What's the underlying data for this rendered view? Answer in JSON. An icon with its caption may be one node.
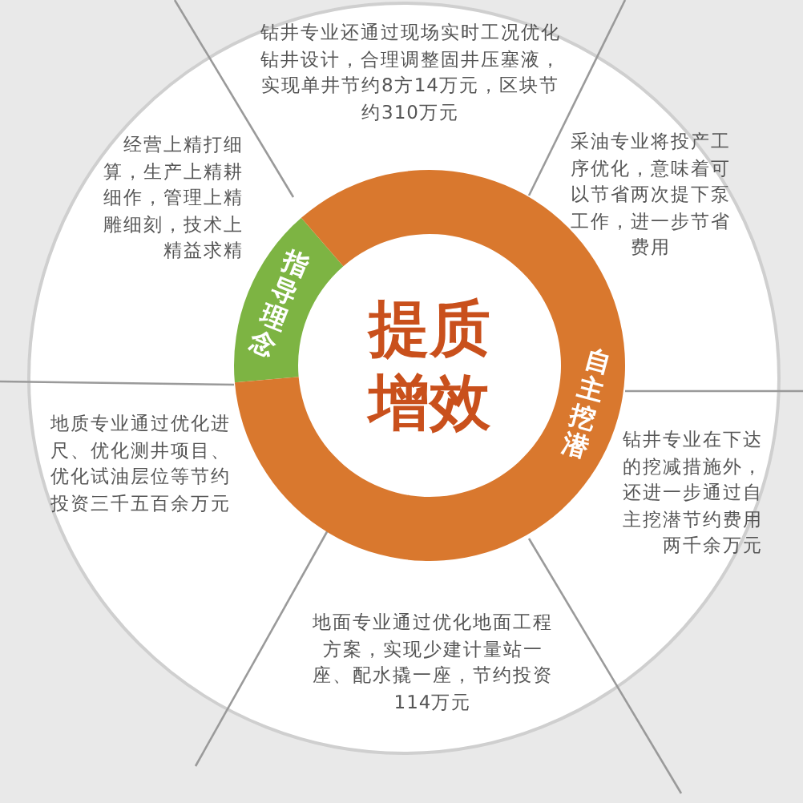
{
  "diagram": {
    "nodes": [
      {
        "text": [
          "提质增效"
        ]
      },
      {
        "text": [
          "指导理念"
        ]
      },
      {
        "text": [
          "自主挖潜"
        ]
      }
    ],
    "labels": [
      "钻井专业还通过现场实时工况优化钻井设计，合理调整固井压塞液，实现单井节约8方14万元，区块节约310万元",
      "经营上精打细算，生产上精耕细作，管理上精雕细刻，技术上精益求精",
      "采油专业将投产工序优化，意味着可以节省两次提下泵工作，进一步节省费用",
      "地质专业通过优化进尺、优化测井项目、优化试油层位等节约投资三千五百余万元",
      "钻井专业在下达的挖减措施外，还进一步通过自主挖潜节约费用两千余万元",
      "地面专业通过优化地面工程方案，实现少建计量站一座、配水撬一座，节约投资114万元"
    ]
  }
}
